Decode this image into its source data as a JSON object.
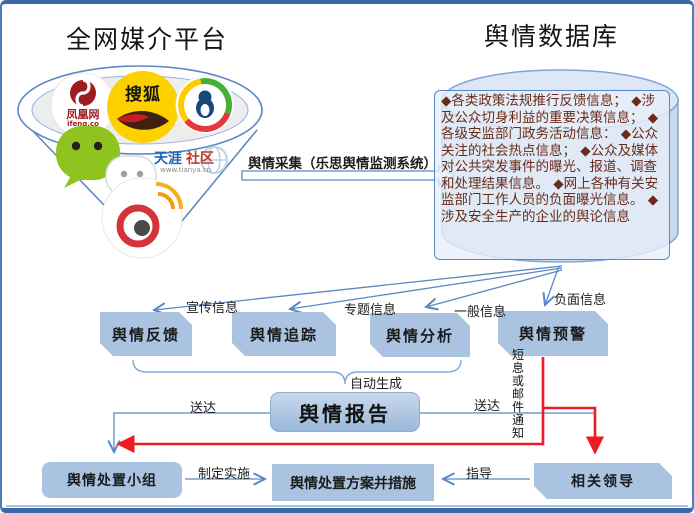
{
  "titles": {
    "left": "全网媒介平台",
    "right": "舆情数据库"
  },
  "funnel": {
    "logos": [
      {
        "id": "ifeng",
        "text": "凤凰网",
        "sub": "ifeng.co"
      },
      {
        "id": "sohu",
        "text": "搜狐"
      },
      {
        "id": "tencent"
      },
      {
        "id": "wechat"
      },
      {
        "id": "tianya",
        "text1": "天涯",
        "text2": "社区",
        "sub": "www.tianya.cn"
      },
      {
        "id": "weibo"
      }
    ]
  },
  "collect": {
    "label": "舆情采集（乐思舆情监测系统）"
  },
  "database": {
    "items": [
      "◆各类政策法规推行反馈信息；",
      "◆涉及公众切身利益的重要决策信息；",
      "◆各级安监部门政务活动信息：",
      "◆公众关注的社会热点信息；",
      "◆公众及媒体对公共突发事件的曝光、报道、调查和处理结果信息。",
      "◆网上各种有关安监部门工作人员的负面曝光信息。",
      "◆涉及安全生产的企业的舆论信息"
    ]
  },
  "channels": [
    {
      "label": "宣传信息",
      "box": "舆情反馈"
    },
    {
      "label": "专题信息",
      "box": "舆情追踪"
    },
    {
      "label": "一般信息",
      "box": "舆情分析"
    },
    {
      "label": "负面信息",
      "box": "舆情预警"
    }
  ],
  "report": {
    "auto_label": "自动生成",
    "title": "舆情报告",
    "deliver_left": "送达",
    "deliver_right": "送达",
    "notify": "短息或邮件通知"
  },
  "bottom": {
    "team": "舆情处置小组",
    "make": "制定实施",
    "plan": "舆情处置方案并措施",
    "guide": "指导",
    "leader": "相关领导"
  },
  "colors": {
    "line_blue": "#5b88c4",
    "box_fill": "#a9c3e1",
    "alert_red": "#ed1c24",
    "db_text": "#6a2c18",
    "frame_blue": "#3a69a8"
  }
}
